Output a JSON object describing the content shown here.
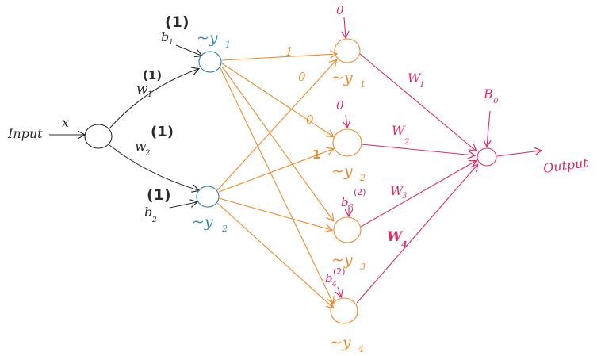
{
  "colors": {
    "black": "#2b2b2b",
    "blue": "#3a86b4",
    "orange": "#ef8a2e",
    "pink": "#df2a6a"
  },
  "input": {
    "label": "Input",
    "var": "x"
  },
  "hidden1": {
    "w1": "w",
    "w1_sub": "1",
    "w1_sup": "(1)",
    "w2": "w",
    "w2_sub": "2",
    "w2_sup": "(1)",
    "b1": "b",
    "b1_sub": "1",
    "b1_sup": "(1)",
    "b2": "b",
    "b2_sub": "2",
    "b2_sup": "(1)",
    "y1": "~y",
    "y1_sub": "1",
    "y2": "~y",
    "y2_sub": "2"
  },
  "hidden2": {
    "edge_1_1": "1",
    "edge_1_2": "0",
    "edge_1_3": "0",
    "edge_2_2": "1",
    "bias_1": "0",
    "bias_2": "0",
    "bias_3": "b",
    "bias_3_sub": "3",
    "bias_3_sup": "(2)",
    "bias_4": "b",
    "bias_4_sub": "4",
    "bias_4_sup": "(2)",
    "y1": "~y",
    "y1_sub": "1",
    "y2": "~y",
    "y2_sub": "2",
    "y3": "~y",
    "y3_sub": "3",
    "y4": "~y",
    "y4_sub": "4"
  },
  "output": {
    "w1": "W",
    "w1_sub": "1",
    "w2": "W",
    "w2_sub": "2",
    "w3": "W",
    "w3_sub": "3",
    "w4": "W",
    "w4_sub": "4",
    "bias": "B",
    "bias_sub": "o",
    "label": "Output"
  }
}
